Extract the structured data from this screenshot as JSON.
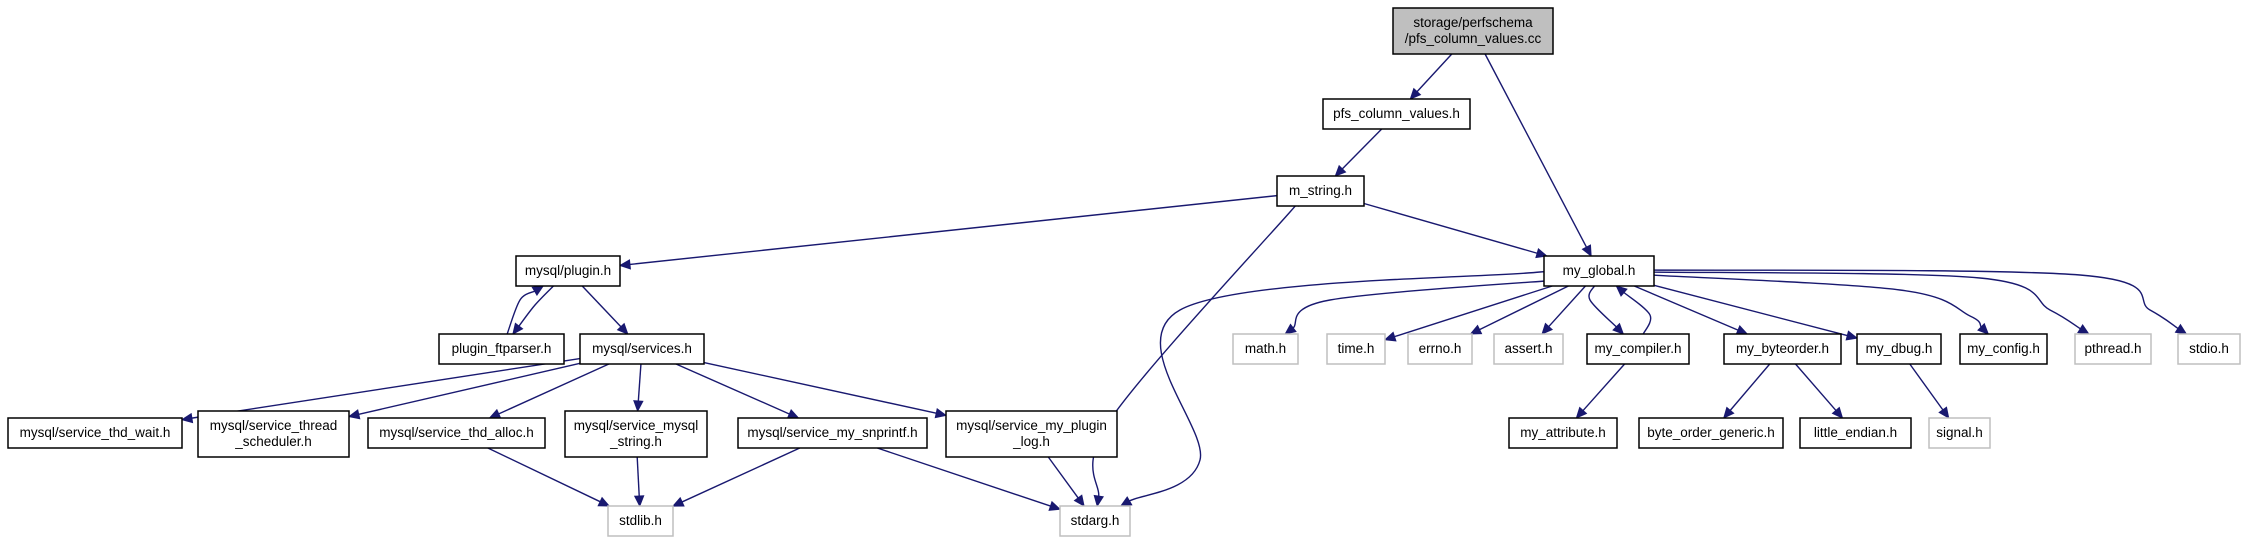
{
  "nodes": [
    {
      "id": "root",
      "lines": [
        "storage/perfschema",
        "/pfs_column_values.cc"
      ],
      "kind": "root"
    },
    {
      "id": "pfs_column_values_h",
      "lines": [
        "pfs_column_values.h"
      ],
      "kind": "normal"
    },
    {
      "id": "m_string_h",
      "lines": [
        "m_string.h"
      ],
      "kind": "normal"
    },
    {
      "id": "mysql_plugin_h",
      "lines": [
        "mysql/plugin.h"
      ],
      "kind": "normal"
    },
    {
      "id": "my_global_h",
      "lines": [
        "my_global.h"
      ],
      "kind": "normal"
    },
    {
      "id": "plugin_ftparser_h",
      "lines": [
        "plugin_ftparser.h"
      ],
      "kind": "normal"
    },
    {
      "id": "mysql_services_h",
      "lines": [
        "mysql/services.h"
      ],
      "kind": "normal"
    },
    {
      "id": "svc_thd_wait",
      "lines": [
        "mysql/service_thd_wait.h"
      ],
      "kind": "normal"
    },
    {
      "id": "svc_thread_sched",
      "lines": [
        "mysql/service_thread",
        "_scheduler.h"
      ],
      "kind": "normal"
    },
    {
      "id": "svc_thd_alloc",
      "lines": [
        "mysql/service_thd_alloc.h"
      ],
      "kind": "normal"
    },
    {
      "id": "svc_mysql_string",
      "lines": [
        "mysql/service_mysql",
        "_string.h"
      ],
      "kind": "normal"
    },
    {
      "id": "svc_my_snprintf",
      "lines": [
        "mysql/service_my_snprintf.h"
      ],
      "kind": "normal"
    },
    {
      "id": "svc_my_plugin_log",
      "lines": [
        "mysql/service_my_plugin",
        "_log.h"
      ],
      "kind": "normal"
    },
    {
      "id": "stdlib_h",
      "lines": [
        "stdlib.h"
      ],
      "kind": "missing"
    },
    {
      "id": "stdarg_h",
      "lines": [
        "stdarg.h"
      ],
      "kind": "missing"
    },
    {
      "id": "math_h",
      "lines": [
        "math.h"
      ],
      "kind": "missing"
    },
    {
      "id": "time_h",
      "lines": [
        "time.h"
      ],
      "kind": "missing"
    },
    {
      "id": "errno_h",
      "lines": [
        "errno.h"
      ],
      "kind": "missing"
    },
    {
      "id": "assert_h",
      "lines": [
        "assert.h"
      ],
      "kind": "missing"
    },
    {
      "id": "my_compiler_h",
      "lines": [
        "my_compiler.h"
      ],
      "kind": "normal"
    },
    {
      "id": "my_byteorder_h",
      "lines": [
        "my_byteorder.h"
      ],
      "kind": "normal"
    },
    {
      "id": "my_dbug_h",
      "lines": [
        "my_dbug.h"
      ],
      "kind": "normal"
    },
    {
      "id": "my_config_h",
      "lines": [
        "my_config.h"
      ],
      "kind": "normal"
    },
    {
      "id": "pthread_h",
      "lines": [
        "pthread.h"
      ],
      "kind": "missing"
    },
    {
      "id": "stdio_h",
      "lines": [
        "stdio.h"
      ],
      "kind": "missing"
    },
    {
      "id": "my_attribute_h",
      "lines": [
        "my_attribute.h"
      ],
      "kind": "normal"
    },
    {
      "id": "byte_order_generic_h",
      "lines": [
        "byte_order_generic.h"
      ],
      "kind": "normal"
    },
    {
      "id": "little_endian_h",
      "lines": [
        "little_endian.h"
      ],
      "kind": "normal"
    },
    {
      "id": "signal_h",
      "lines": [
        "signal.h"
      ],
      "kind": "missing"
    }
  ],
  "edges": [
    {
      "from": "root",
      "to": "pfs_column_values_h"
    },
    {
      "from": "root",
      "to": "my_global_h"
    },
    {
      "from": "pfs_column_values_h",
      "to": "m_string_h"
    },
    {
      "from": "m_string_h",
      "to": "mysql_plugin_h"
    },
    {
      "from": "m_string_h",
      "to": "my_global_h"
    },
    {
      "from": "m_string_h",
      "to": "stdarg_h"
    },
    {
      "from": "mysql_plugin_h",
      "to": "plugin_ftparser_h"
    },
    {
      "from": "plugin_ftparser_h",
      "to": "mysql_plugin_h"
    },
    {
      "from": "mysql_plugin_h",
      "to": "mysql_services_h"
    },
    {
      "from": "mysql_services_h",
      "to": "svc_thd_wait"
    },
    {
      "from": "mysql_services_h",
      "to": "svc_thread_sched"
    },
    {
      "from": "mysql_services_h",
      "to": "svc_thd_alloc"
    },
    {
      "from": "mysql_services_h",
      "to": "svc_mysql_string"
    },
    {
      "from": "mysql_services_h",
      "to": "svc_my_snprintf"
    },
    {
      "from": "mysql_services_h",
      "to": "svc_my_plugin_log"
    },
    {
      "from": "svc_thd_alloc",
      "to": "stdlib_h"
    },
    {
      "from": "svc_mysql_string",
      "to": "stdlib_h"
    },
    {
      "from": "svc_my_snprintf",
      "to": "stdlib_h"
    },
    {
      "from": "svc_my_snprintf",
      "to": "stdarg_h"
    },
    {
      "from": "svc_my_plugin_log",
      "to": "stdarg_h"
    },
    {
      "from": "my_global_h",
      "to": "stdarg_h"
    },
    {
      "from": "my_global_h",
      "to": "math_h"
    },
    {
      "from": "my_global_h",
      "to": "time_h"
    },
    {
      "from": "my_global_h",
      "to": "errno_h"
    },
    {
      "from": "my_global_h",
      "to": "assert_h"
    },
    {
      "from": "my_global_h",
      "to": "my_compiler_h"
    },
    {
      "from": "my_compiler_h",
      "to": "my_global_h"
    },
    {
      "from": "my_global_h",
      "to": "my_byteorder_h"
    },
    {
      "from": "my_global_h",
      "to": "my_dbug_h"
    },
    {
      "from": "my_global_h",
      "to": "my_config_h"
    },
    {
      "from": "my_global_h",
      "to": "pthread_h"
    },
    {
      "from": "my_global_h",
      "to": "stdio_h"
    },
    {
      "from": "my_compiler_h",
      "to": "my_attribute_h"
    },
    {
      "from": "my_byteorder_h",
      "to": "byte_order_generic_h"
    },
    {
      "from": "my_byteorder_h",
      "to": "little_endian_h"
    },
    {
      "from": "my_dbug_h",
      "to": "signal_h"
    }
  ],
  "colors": {
    "edge": "#191970",
    "node_border": "#000000",
    "missing_border": "#bfbfbf",
    "root_fill": "#bfbfbf"
  }
}
